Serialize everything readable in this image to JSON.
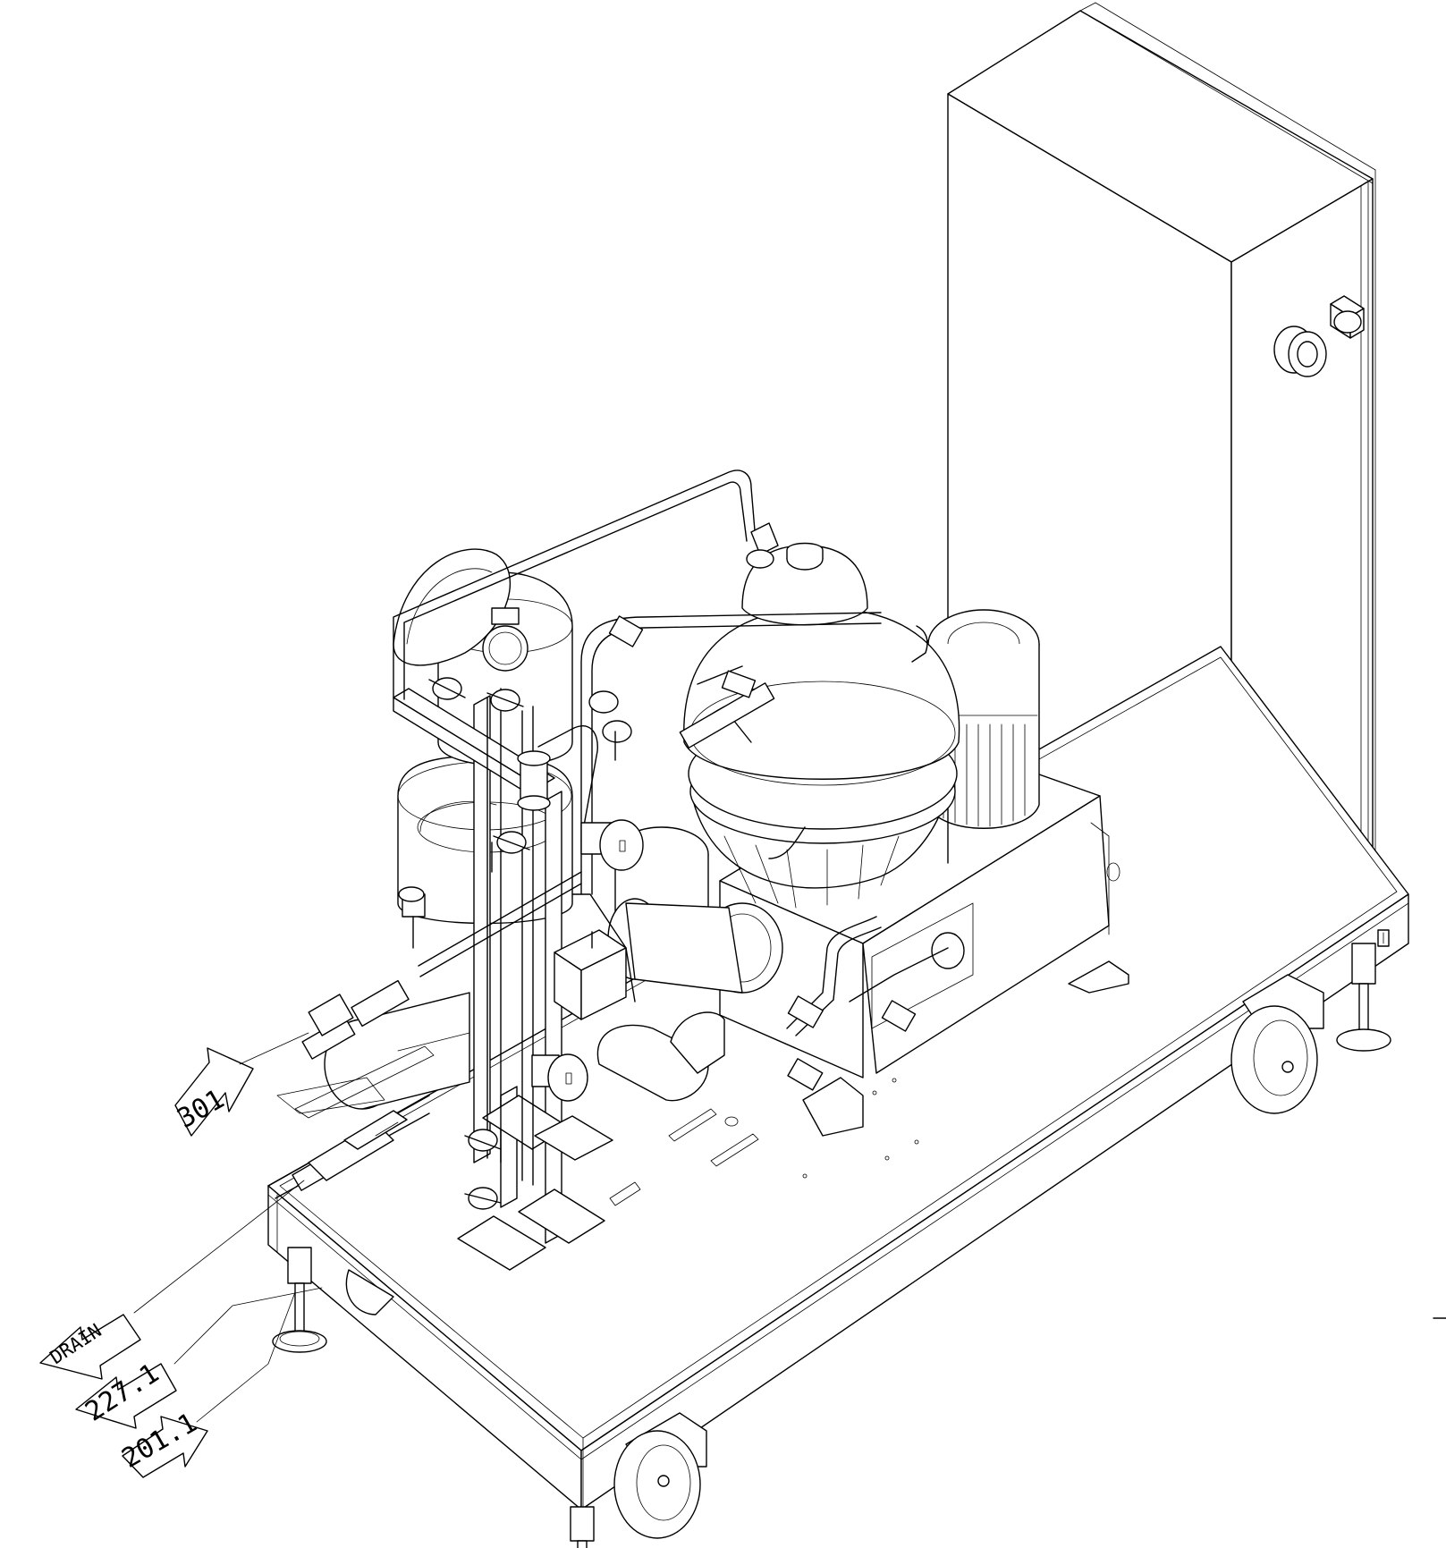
{
  "labels": {
    "inlet": "301",
    "drain": "DRAIN",
    "outlet_a": "227.1",
    "outlet_b": "201.1"
  },
  "colors": {
    "line": "#000000",
    "paper": "#ffffff"
  }
}
